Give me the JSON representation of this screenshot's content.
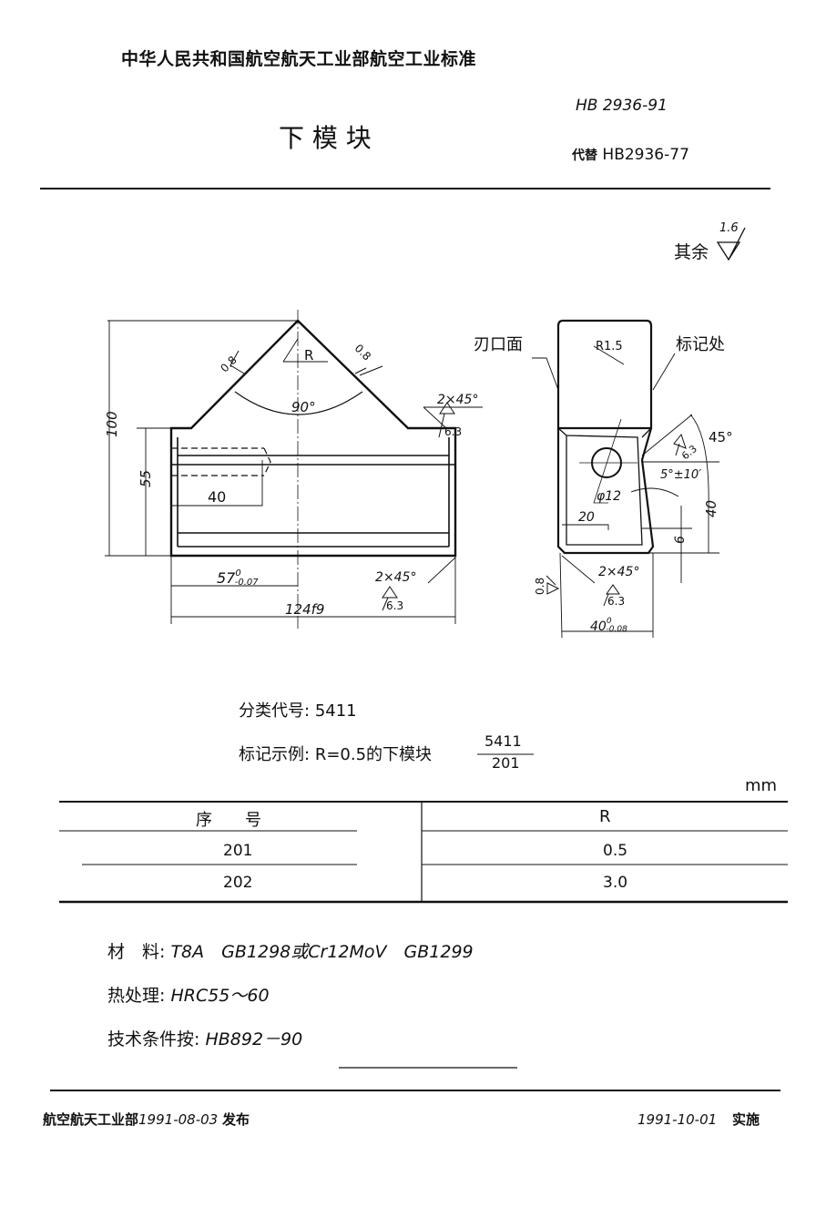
{
  "header": {
    "org_standard": "中华人民共和国航空航天工业部航空工业标准",
    "standard_no": "HB 2936-91",
    "title": "下 模 块",
    "replaces_label": "代替",
    "replaces_no": "HB2936-77",
    "roughness_rest_label": "其余",
    "roughness_rest_value": "1.6"
  },
  "drawing": {
    "front": {
      "dim_height_total": "100",
      "dim_height_body": "55",
      "dim_depth": "40",
      "dim_half_width": "57",
      "dim_half_width_tol_upper": "0",
      "dim_half_width_tol_lower": "-0.07",
      "dim_width": "124f9",
      "angle": "90°",
      "radius": "R",
      "roughness_left": "0.8",
      "roughness_right": "0.8",
      "chamfer_top": "2×45°",
      "chamfer_top_roughness": "6.3",
      "chamfer_bottom": "2×45°",
      "chamfer_bottom_roughness": "6.3"
    },
    "side": {
      "edge_face_label": "刃口面",
      "mark_location_label": "标记处",
      "radius": "R1.5",
      "hole_dia": "φ12",
      "dim_hole_pos": "20",
      "angle_45": "45°",
      "angle_45_roughness": "6.3",
      "taper": "5°±10′",
      "dim_40": "40",
      "dim_6": "6",
      "roughness_left": "0.8",
      "chamfer": "2×45°",
      "chamfer_roughness": "6.3",
      "dim_width": "40",
      "dim_width_tol_upper": "0",
      "dim_width_tol_lower": "-0.08"
    }
  },
  "classification": {
    "label": "分类代号:",
    "value": "5411"
  },
  "marking_example": {
    "label": "标记示例:",
    "text": "R=0.5的下模块",
    "numerator": "5411",
    "denominator": "201"
  },
  "table": {
    "unit": "mm",
    "headers": [
      "序　　号",
      "R"
    ],
    "rows": [
      [
        "201",
        "0.5"
      ],
      [
        "202",
        "3.0"
      ]
    ]
  },
  "notes": {
    "material_label": "材　料:",
    "material_value": "T8A　GB1298或Cr12MoV　GB1299",
    "heat_label": "热处理:",
    "heat_value": "HRC55～60",
    "tech_label": "技术条件按:",
    "tech_value": "HB892－90"
  },
  "footer": {
    "issued_by": "航空航天工业部",
    "issue_date": "1991-08-03",
    "issue_label": "发布",
    "effective_date": "1991-10-01",
    "effective_label": "实施"
  }
}
